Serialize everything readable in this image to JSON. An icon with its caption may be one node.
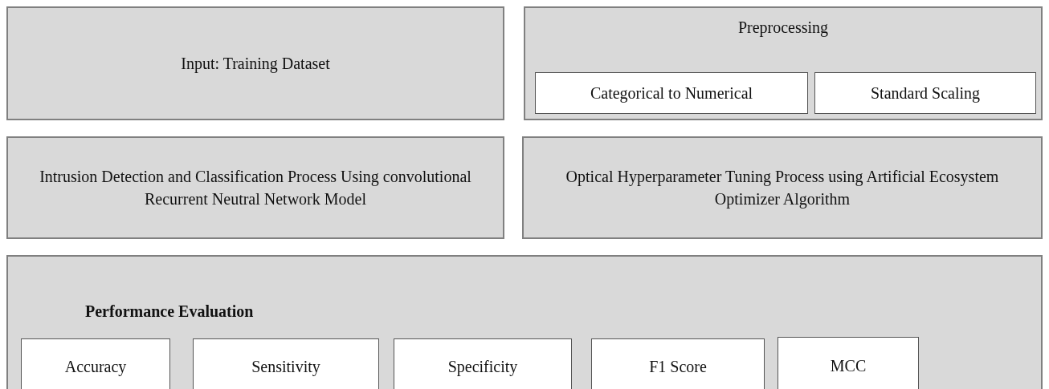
{
  "diagram": {
    "nodes": [
      {
        "text": [
          "Input: Training Dataset"
        ]
      },
      {
        "text": [
          "Preprocessing"
        ]
      },
      {
        "text": [
          "Categorical to Numerical"
        ],
        "in": 1
      },
      {
        "text": [
          "Standard Scaling"
        ],
        "in": 1
      },
      {
        "text": [
          "Intrusion Detection and Classification Process Using convolutional Recurrent Neutral Network Model"
        ]
      },
      {
        "text": [
          "Optical Hyperparameter Tuning Process using Artificial Ecosystem Optimizer Algorithm"
        ]
      },
      {
        "text": [
          "Performance Evaluation"
        ]
      },
      {
        "text": [
          "Accuracy"
        ],
        "in": 6
      },
      {
        "text": [
          "Sensitivity"
        ],
        "in": 6
      },
      {
        "text": [
          "Specificity"
        ],
        "in": 6
      },
      {
        "text": [
          "F1 Score"
        ],
        "in": 6
      },
      {
        "text": [
          "MCC"
        ],
        "in": 6
      }
    ],
    "edges": []
  }
}
